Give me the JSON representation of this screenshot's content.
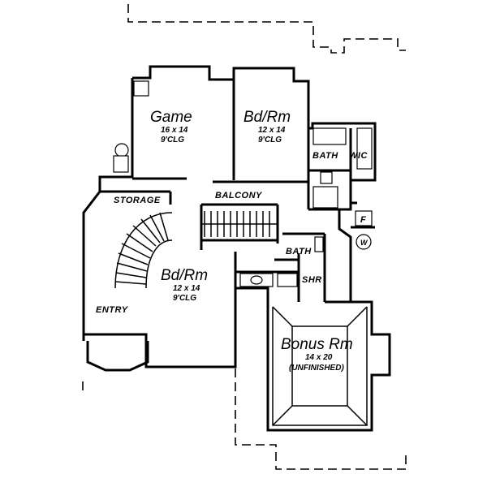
{
  "rooms": {
    "game": {
      "name": "Game",
      "size": "16 x 14",
      "ceiling": "9'CLG"
    },
    "bedroom_1": {
      "name": "Bd/Rm",
      "size": "12 x 14",
      "ceiling": "9'CLG"
    },
    "bedroom_2": {
      "name": "Bd/Rm",
      "size": "12 x 14",
      "ceiling": "9'CLG"
    },
    "bath_1": {
      "name": "BATH"
    },
    "wic": {
      "name": "WIC"
    },
    "storage": {
      "name": "STORAGE"
    },
    "balcony": {
      "name": "BALCONY"
    },
    "bath_2": {
      "name": "BATH"
    },
    "shower": {
      "name": "SHR"
    },
    "entry": {
      "name": "ENTRY"
    },
    "bonus": {
      "name": "Bonus Rm",
      "size": "14 x 20",
      "note": "(UNFINISHED)"
    },
    "furnace": {
      "name": "F"
    },
    "washer": {
      "name": "W"
    }
  }
}
